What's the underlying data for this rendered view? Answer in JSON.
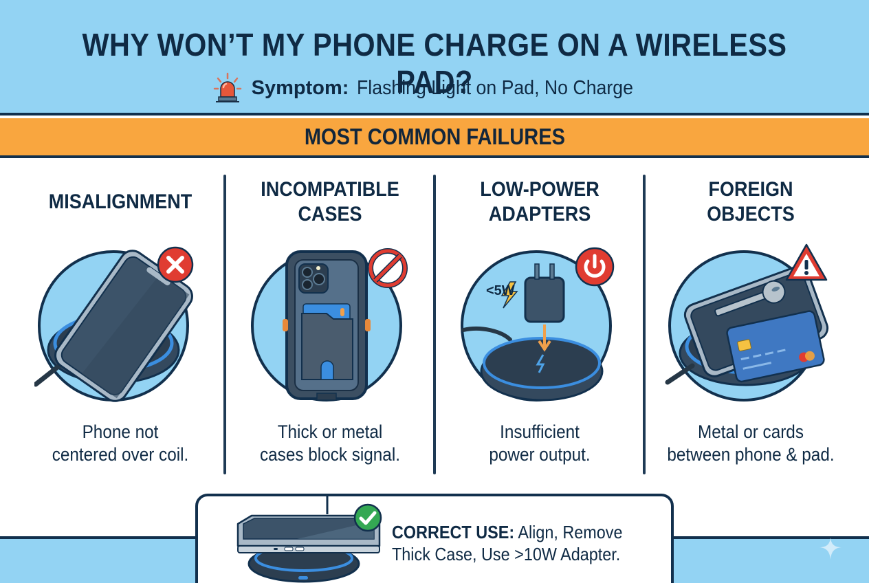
{
  "header": {
    "title": "WHY WON’T MY PHONE CHARGE ON A WIRELESS PAD?",
    "symptom_label": "Symptom:",
    "symptom_text": "Flashing Light on Pad, No Charge",
    "symptom_icon": "siren-icon"
  },
  "banner": {
    "label": "MOST COMMON FAILURES"
  },
  "failures": [
    {
      "title": "MISALIGNMENT",
      "description_line1": "Phone not",
      "description_line2": "centered over coil.",
      "badge_icon": "x-icon",
      "badge_color": "#e03c31"
    },
    {
      "title_line1": "INCOMPATIBLE",
      "title_line2": "CASES",
      "description_line1": "Thick or metal",
      "description_line2": "cases block signal.",
      "badge_icon": "prohibited-icon",
      "badge_color": "#e03c31"
    },
    {
      "title_line1": "LOW-POWER",
      "title_line2": "ADAPTERS",
      "description_line1": "Insufficient",
      "description_line2": "power output.",
      "badge_icon": "power-icon",
      "badge_color": "#e03c31",
      "wattage_label": "<5W"
    },
    {
      "title_line1": "FOREIGN",
      "title_line2": "OBJECTS",
      "description_line1": "Metal or cards",
      "description_line2": "between phone & pad.",
      "badge_icon": "warning-icon",
      "badge_color": "#e03c31"
    }
  ],
  "correct_use": {
    "label": "CORRECT USE:",
    "text_line1": "Align, Remove",
    "text_line2": "Thick Case, Use >10W Adapter.",
    "badge_icon": "checkmark-icon",
    "badge_color": "#34a853"
  },
  "colors": {
    "sky": "#93d3f3",
    "navy": "#12304d",
    "orange": "#f9a63f",
    "red": "#e03c31",
    "green": "#34a853",
    "pad_blue": "#3b8ee0"
  }
}
